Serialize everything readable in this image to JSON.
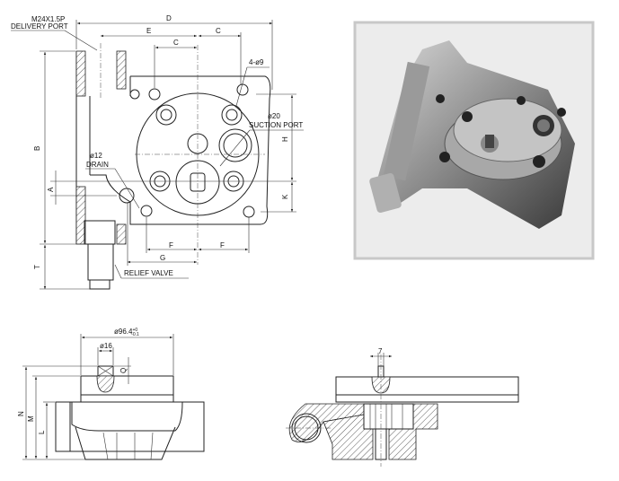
{
  "front_view": {
    "delivery_port": [
      "M24X1.5P",
      "DELIVERY PORT"
    ],
    "dims": {
      "D": "D",
      "E": "E",
      "C1": "C",
      "C2": "C",
      "B": "B",
      "A": "A",
      "T": "T",
      "H": "H",
      "K": "K",
      "F1": "F",
      "F2": "F",
      "G": "G"
    },
    "holes": "4-ø9",
    "suction_port": [
      "ø20",
      "SUCTION PORT"
    ],
    "drain": [
      "ø12",
      "DRAIN"
    ],
    "relief_valve": "RELIEF VALVE"
  },
  "side_view": {
    "diameter": "ø96.4",
    "tol_upper": "+0",
    "tol_lower": "-0.1",
    "shaft_dia": "ø16",
    "dims": {
      "Q": "Q",
      "N": "N",
      "M": "M",
      "L": "L"
    }
  },
  "section_view": {
    "pin_width": "7"
  },
  "photo": {
    "border_color": "#c8c8c8"
  }
}
